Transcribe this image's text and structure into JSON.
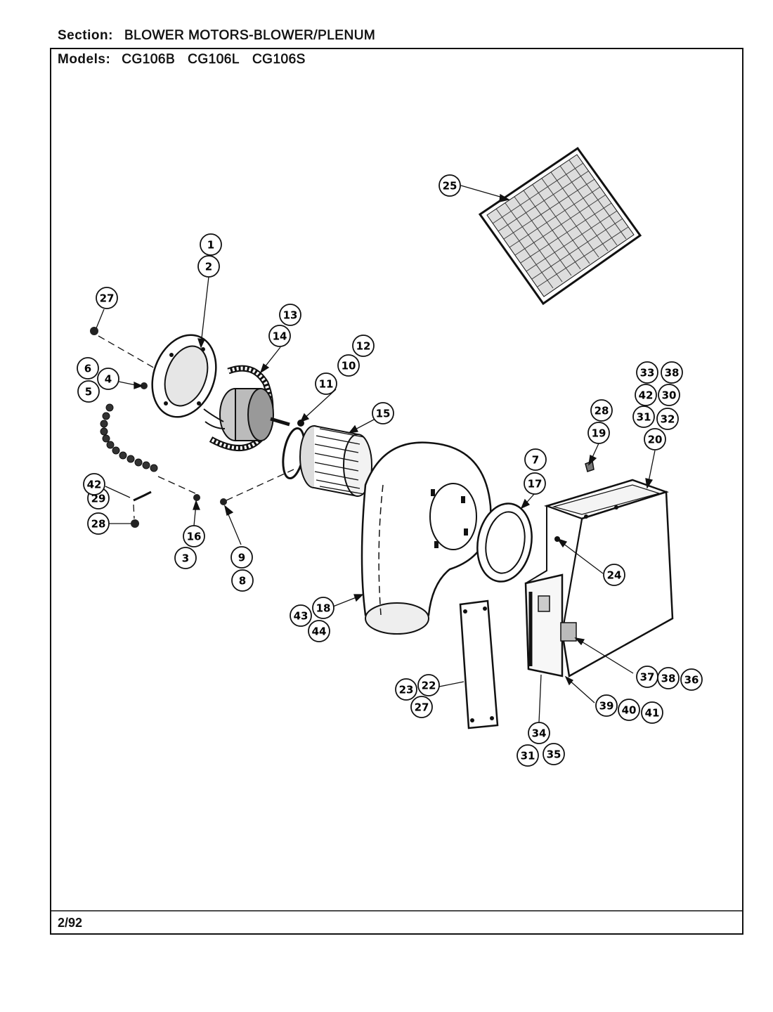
{
  "header": {
    "section_label": "Section:",
    "section_value": "BLOWER MOTORS-BLOWER/PLENUM",
    "models_label": "Models:",
    "models": [
      "CG106B",
      "CG106L",
      "CG106S"
    ]
  },
  "footer": {
    "date_code": "2/92"
  },
  "callouts": [
    "1",
    "2",
    "3",
    "4",
    "5",
    "6",
    "7",
    "8",
    "9",
    "10",
    "11",
    "12",
    "13",
    "14",
    "15",
    "16",
    "17",
    "18",
    "19",
    "20",
    "22",
    "23",
    "24",
    "25",
    "27",
    "27",
    "28",
    "28",
    "29",
    "30",
    "31",
    "31",
    "32",
    "33",
    "34",
    "35",
    "36",
    "37",
    "38",
    "38",
    "39",
    "40",
    "41",
    "42",
    "42",
    "43",
    "44"
  ]
}
